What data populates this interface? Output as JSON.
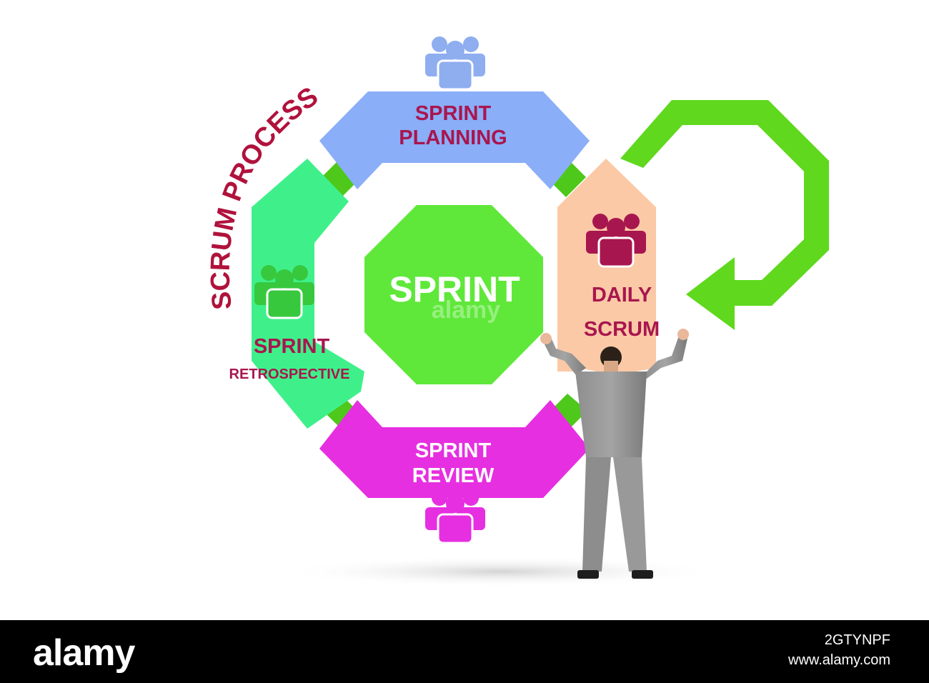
{
  "diagram": {
    "arc_title": "SCRUM PROCESS",
    "center_label": "SPRINT",
    "stages": {
      "planning": {
        "line1": "SPRINT",
        "line2": "PLANNING",
        "color": "#8aaef8"
      },
      "daily": {
        "line1": "DAILY",
        "line2": "SCRUM",
        "color": "#fbc9a6"
      },
      "review": {
        "line1": "SPRINT",
        "line2": "REVIEW",
        "color": "#e62fe0"
      },
      "retrospective": {
        "line1": "SPRINT",
        "line2": "RETROSPECTIVE",
        "color": "#3ff08a"
      }
    },
    "colors": {
      "center": "#5fe83a",
      "loop_arrow": "#5fd81e",
      "connector": "#4ec81a",
      "label_text": "#a8164f",
      "title_text": "#b0123c",
      "planning_icon": "#8eaef0",
      "daily_icon": "#a8164f",
      "review_icon": "#e62fe0",
      "retro_icon": "#37c83e"
    },
    "watermark": "alamy"
  },
  "footer": {
    "brand": "alamy",
    "image_id": "2GTYNPF",
    "site": "www.alamy.com"
  }
}
